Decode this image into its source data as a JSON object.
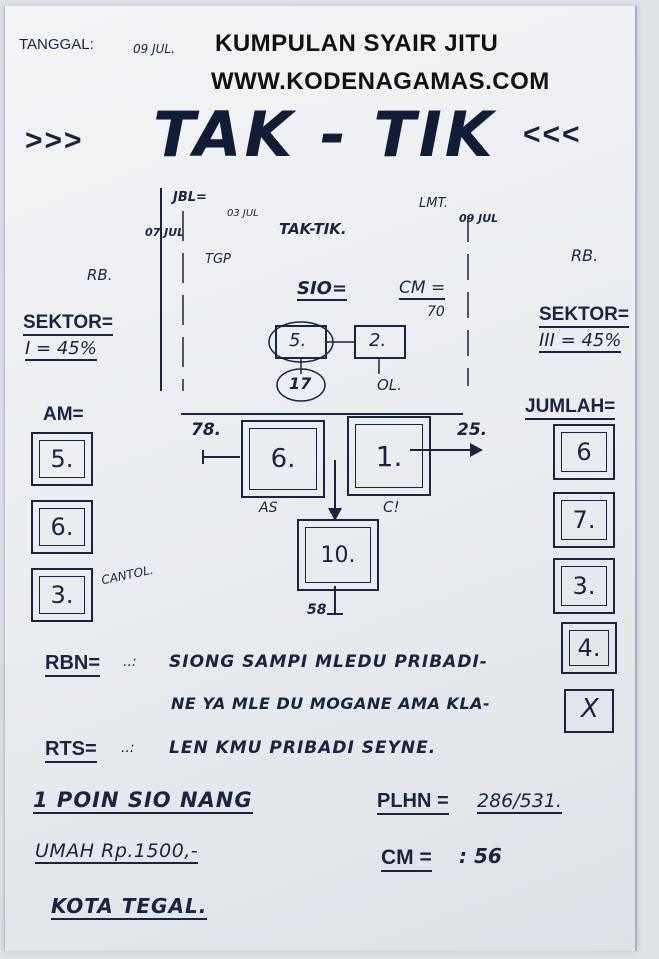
{
  "watermark": {
    "line1": "KUMPULAN SYAIR JITU",
    "line2": "WWW.KODENAGAMAS.COM"
  },
  "header": {
    "tanggal_label": "TANGGAL:",
    "tanggal_value": "09 JUL.",
    "title_left": ">>>",
    "title": "TAK - TIK",
    "title_right": "<<<"
  },
  "notes": {
    "jbl": "JBL=",
    "jbl_date": "03 JUL",
    "date_left": "07 JUL",
    "tgp": "TGP",
    "rb_left": "RB.",
    "taktik": "TAK-TIK.",
    "lmt": "LMT.",
    "date_right": "09 JUL",
    "rb_right": "RB.",
    "sio_label": "SIO=",
    "cm_label": "CM =",
    "cm_value": "70",
    "sio_box": "5.",
    "cm_box": "2.",
    "sio_below": "17",
    "cm_below": "OL."
  },
  "sektor_left": {
    "label": "SEKTOR=",
    "value": "I = 45%"
  },
  "sektor_right": {
    "label": "SEKTOR=",
    "value": "III = 45%"
  },
  "am": {
    "label": "AM=",
    "boxes": [
      "5.",
      "6.",
      "3."
    ],
    "cantol": "CANTOL."
  },
  "jumlah": {
    "label": "JUMLAH=",
    "boxes": [
      "6",
      "7.",
      "3.",
      "4.",
      "X"
    ]
  },
  "diagram": {
    "left_num": "78.",
    "right_num": "25.",
    "box_left": "6.",
    "box_right": "1.",
    "box_bottom": "10.",
    "label_left": "AS",
    "label_right": "C!",
    "bottom_num": "58"
  },
  "rbn": {
    "label": "RBN=",
    "dots": "..:",
    "line1": "SIONG SAMPI MLEDU PRIBADI-",
    "line2": "NE YA MLE DU MOGANE AMA KLA-"
  },
  "rts": {
    "label": "RTS=",
    "dots": "..:",
    "text": "LEN KMU PRIBADI SEYNE."
  },
  "footer": {
    "line1": "1 POIN SIO NANG",
    "line2": "UMAH Rp.1500,-",
    "line3": "KOTA TEGAL.",
    "plhn_label": "PLHN =",
    "plhn_value": "286/531.",
    "cm_label": "CM =",
    "cm_value": ": 56"
  }
}
